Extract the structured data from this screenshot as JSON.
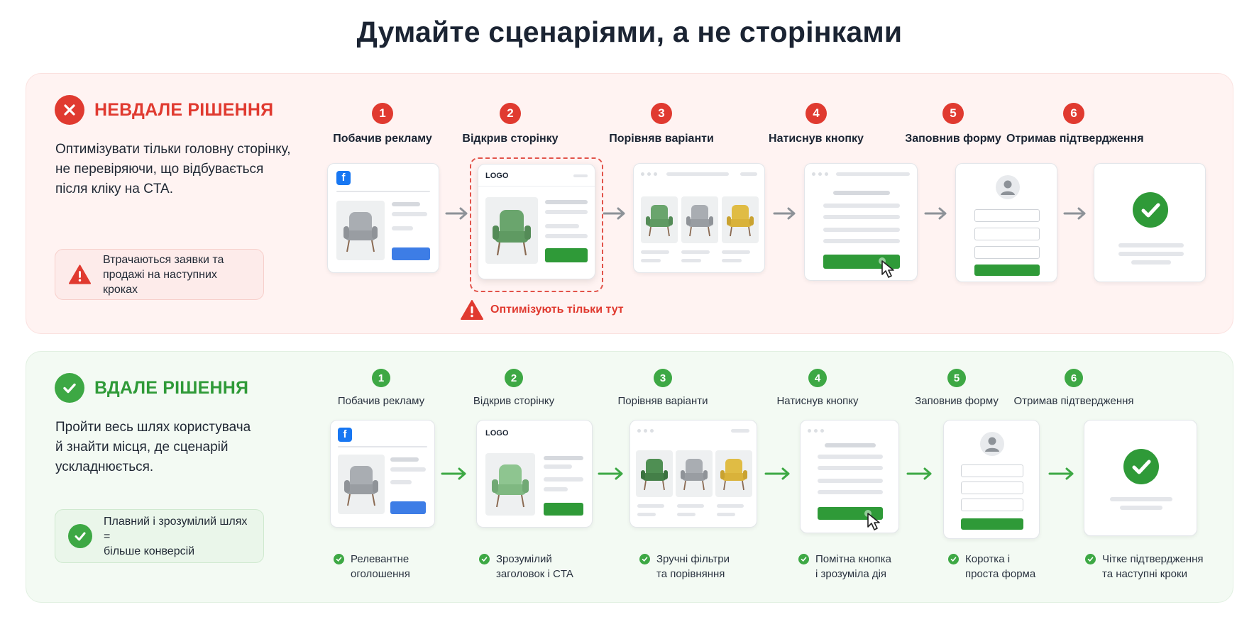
{
  "title": "Думайте сценаріями, а не сторінками",
  "bad": {
    "heading": "НЕВДАЛЕ РІШЕННЯ",
    "description": [
      "Оптимізувати тільки головну сторінку,",
      "не перевіряючи, що відбувається",
      "після кліку на CTA."
    ],
    "warning": [
      "Втрачаються заявки та",
      "продажі на наступних кроках"
    ],
    "highlight_label": "Оптимізують тільки тут",
    "steps": [
      {
        "number": "1",
        "label": "Побачив рекламу"
      },
      {
        "number": "2",
        "label": "Відкрив сторінку"
      },
      {
        "number": "3",
        "label": "Порівняв варіанти"
      },
      {
        "number": "4",
        "label": "Натиснув кнопку"
      },
      {
        "number": "5",
        "label": "Заповнив форму"
      },
      {
        "number": "6",
        "label": "Отримав підтвердження"
      }
    ]
  },
  "good": {
    "heading": "ВДАЛЕ РІШЕННЯ",
    "description": [
      "Пройти весь шлях користувача",
      "й знайти місця, де сценарій",
      "ускладнюється."
    ],
    "note": [
      "Плавний і зрозумілий шлях =",
      "більше конверсій"
    ],
    "steps": [
      {
        "number": "1",
        "label": "Побачив рекламу",
        "benefit": [
          "Релевантне",
          "оголошення"
        ]
      },
      {
        "number": "2",
        "label": "Відкрив сторінку",
        "benefit": [
          "Зрозумілий",
          "заголовок і CTA"
        ]
      },
      {
        "number": "3",
        "label": "Порівняв варіанти",
        "benefit": [
          "Зручні фільтри",
          "та порівняння"
        ]
      },
      {
        "number": "4",
        "label": "Натиснув кнопку",
        "benefit": [
          "Помітна кнопка",
          "і зрозуміла дія"
        ]
      },
      {
        "number": "5",
        "label": "Заповнив форму",
        "benefit": [
          "Коротка і",
          "проста форма"
        ]
      },
      {
        "number": "6",
        "label": "Отримав підтвердження",
        "benefit": [
          "Чітке підтвердження",
          "та наступні кроки"
        ]
      }
    ]
  },
  "mock": {
    "logo": "LOGO",
    "fb_letter": "f"
  },
  "colors": {
    "bad": "#e03a30",
    "good": "#3da844",
    "button_blue": "#3d7de6",
    "button_green": "#2f9a38",
    "chair_green": "#5f9a62",
    "chair_gray": "#9a9ea4",
    "chair_yellow": "#d9b23a"
  }
}
